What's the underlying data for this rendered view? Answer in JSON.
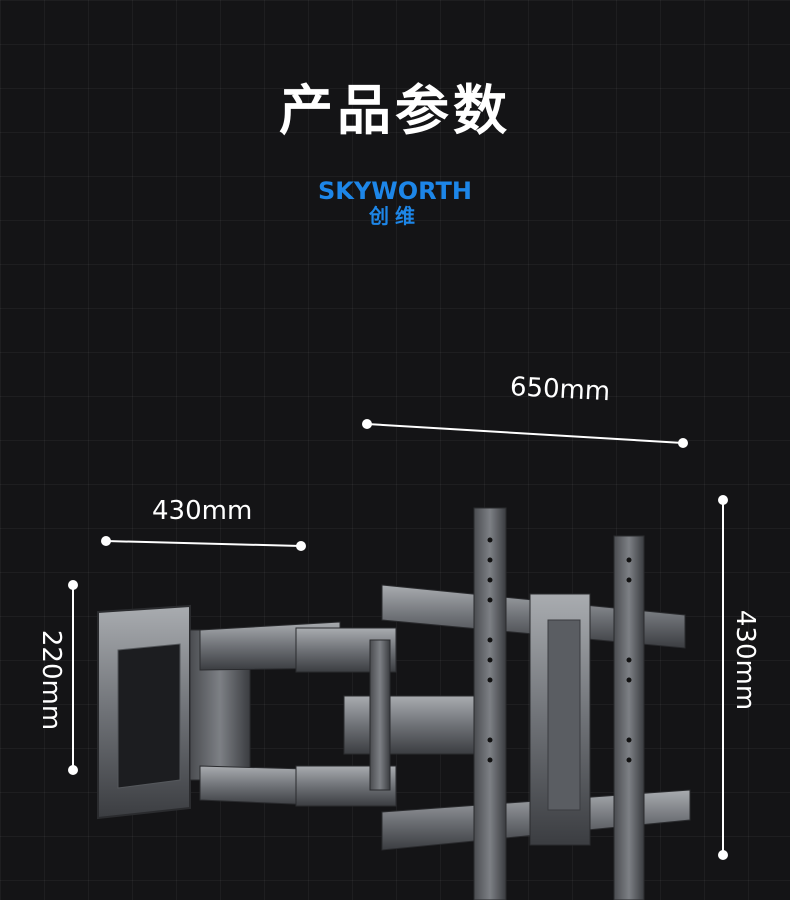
{
  "header": {
    "title": "产品参数"
  },
  "brand": {
    "name_en": "SKYWORTH",
    "name_cn": "创维"
  },
  "dimensions": {
    "width_label": "650mm",
    "depth_label": "430mm",
    "height_small_label": "220mm",
    "height_large_label": "430mm"
  },
  "colors": {
    "background": "#141416",
    "brand": "#1d86e8",
    "text": "#ffffff",
    "metal": "#8a8d92"
  }
}
